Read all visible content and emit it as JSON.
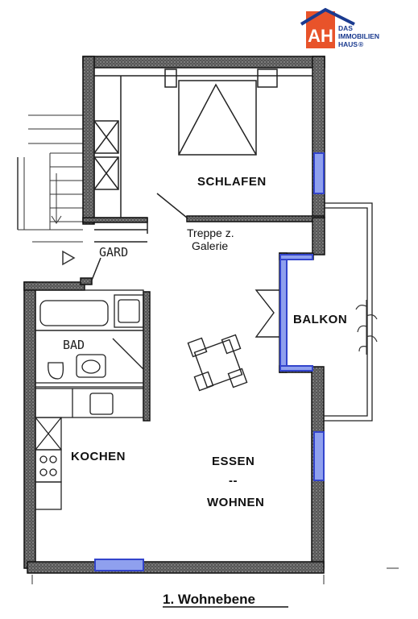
{
  "logo": {
    "mark": "AH",
    "line1": "DAS",
    "line2": "IMMOBILIEN",
    "line3": "HAUS",
    "suffix": "®",
    "colors": {
      "roof": "#1a3a8f",
      "box": "#e8532a"
    }
  },
  "rooms": {
    "schlafen": "SCHLAFEN",
    "gard": "GARD",
    "treppe_line1": "Treppe z.",
    "treppe_line2": "Galerie",
    "balkon": "BALKON",
    "bad": "BAD",
    "kochen": "KOCHEN",
    "essen": "ESSEN",
    "dash": "--",
    "wohnen": "WOHNEN"
  },
  "caption": "1. Wohnebene",
  "colors": {
    "wall": "#2a2a2a",
    "window": "#3344cc",
    "window_fill": "#8fa0ee"
  }
}
